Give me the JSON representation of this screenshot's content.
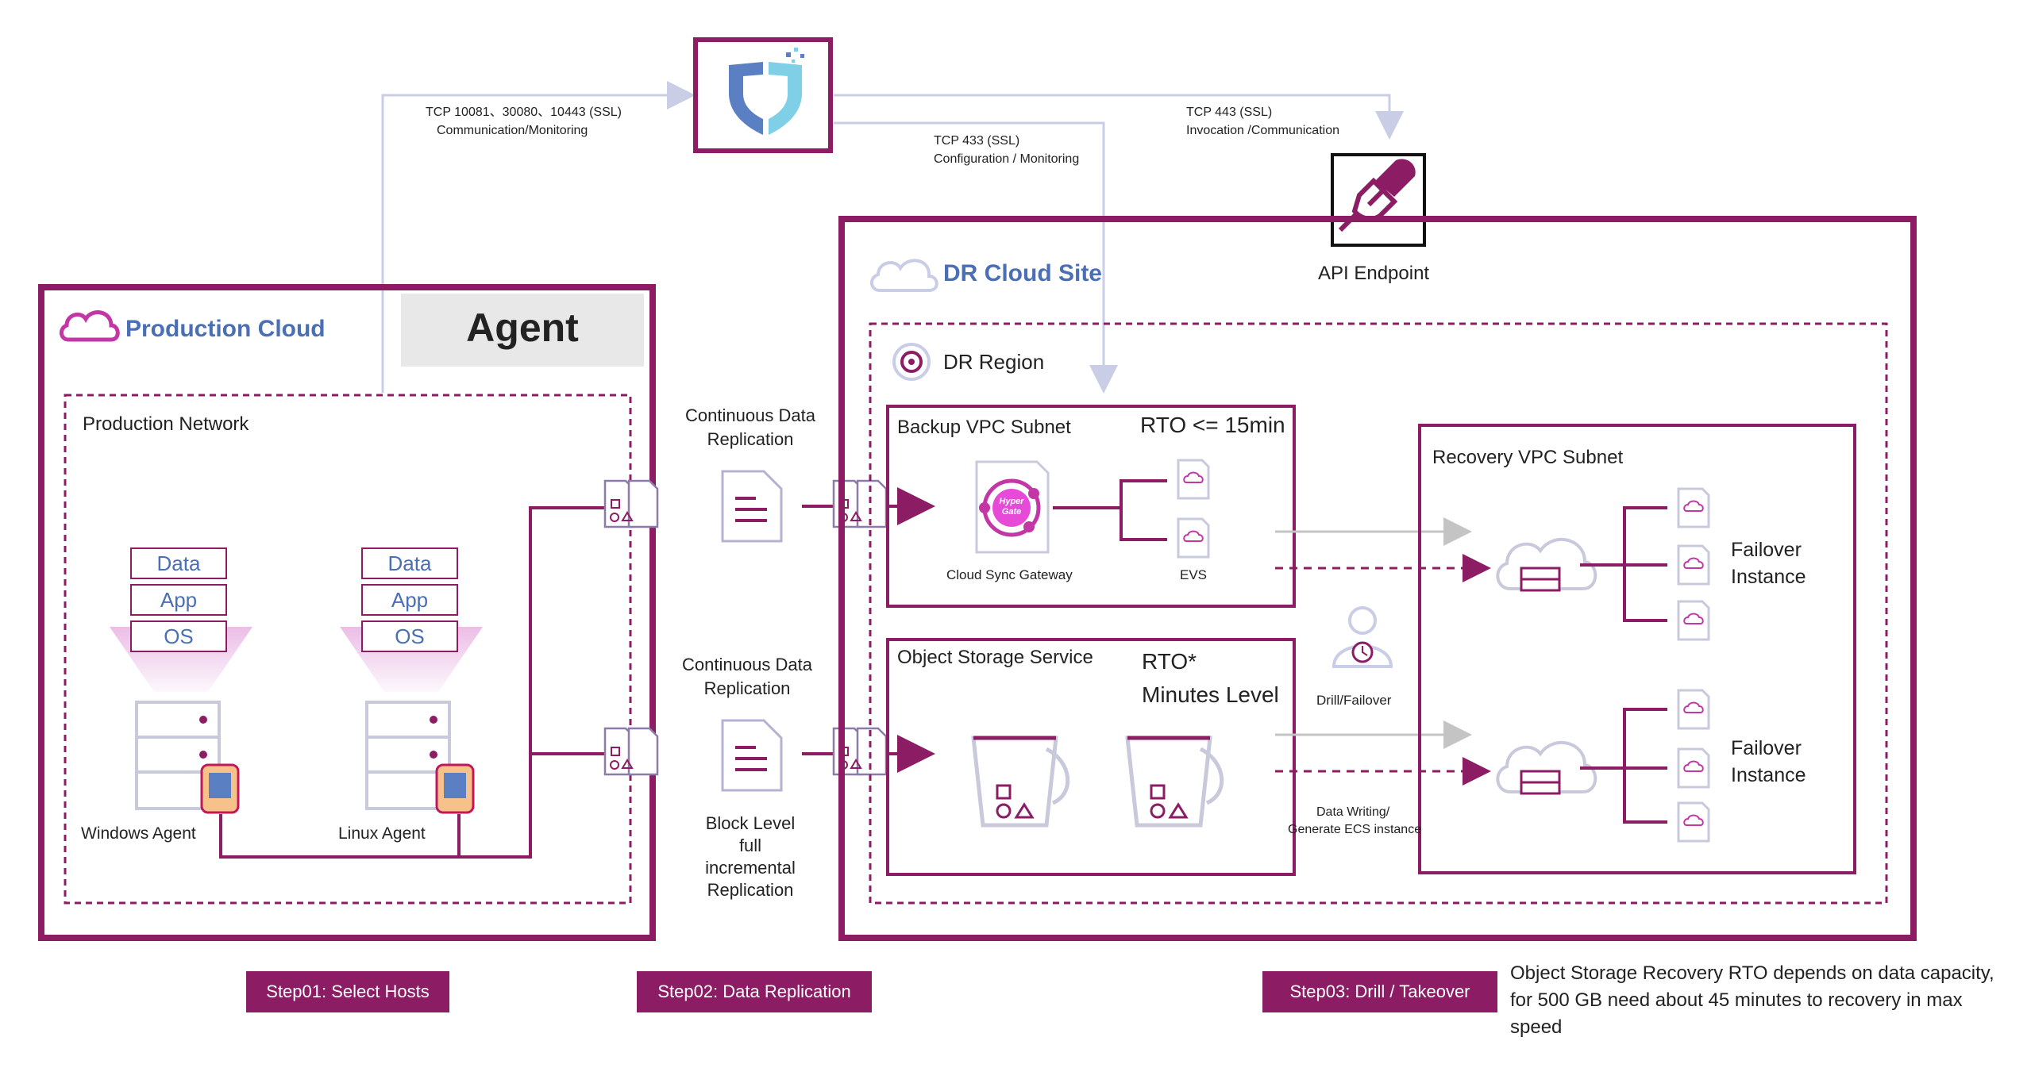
{
  "top": {
    "conn_left_line1": "TCP 10081、30080、10443 (SSL)",
    "conn_left_line2": "Communication/Monitoring",
    "conn_mid_line1": "TCP 433 (SSL)",
    "conn_mid_line2": "Configuration / Monitoring",
    "conn_right_line1": "TCP 443 (SSL)",
    "conn_right_line2": "Invocation /Communication",
    "api_endpoint": "API Endpoint"
  },
  "production": {
    "title": "Production Cloud",
    "agent_banner": "Agent",
    "network_label": "Production Network",
    "stack": [
      "Data",
      "App",
      "OS"
    ],
    "windows_agent": "Windows Agent",
    "linux_agent": "Linux Agent"
  },
  "replication": {
    "upper_label_1": "Continuous Data",
    "upper_label_2": "Replication",
    "lower_label_1": "Continuous Data",
    "lower_label_2": "Replication",
    "block_1": "Block Level",
    "block_2": "full",
    "block_3": "incremental",
    "block_4": "Replication"
  },
  "dr": {
    "site_title": "DR Cloud Site",
    "region_label": "DR Region",
    "backup_subnet": "Backup VPC Subnet",
    "rto_backup": "RTO <= 15min",
    "hypergate_1": "Hyper",
    "hypergate_2": "Gate",
    "cloud_sync": "Cloud Sync Gateway",
    "evs": "EVS",
    "object_storage": "Object Storage Service",
    "rto_object_1": "RTO*",
    "rto_object_2": "Minutes Level",
    "drill_failover": "Drill/Failover",
    "data_writing_1": "Data Writing/",
    "data_writing_2": "Generate ECS instance",
    "recovery_subnet": "Recovery VPC Subnet",
    "failover_1a": "Failover",
    "failover_1b": "Instance",
    "failover_2a": "Failover",
    "failover_2b": "Instance"
  },
  "steps": {
    "step1": "Step01: Select Hosts",
    "step2": "Step02: Data Replication",
    "step3": "Step03:  Drill / Takeover"
  },
  "note": {
    "line1": "Object Storage Recovery  RTO depends on data capacity,",
    "line2": "for 500 GB need about 45 minutes to recovery in max",
    "line3": "speed"
  },
  "colors": {
    "primary": "#8c1d64",
    "accent_blue": "#4a6fb5",
    "magenta": "#c236a5",
    "light_line": "#c9cde6",
    "server_grey": "#bdbdd0"
  }
}
